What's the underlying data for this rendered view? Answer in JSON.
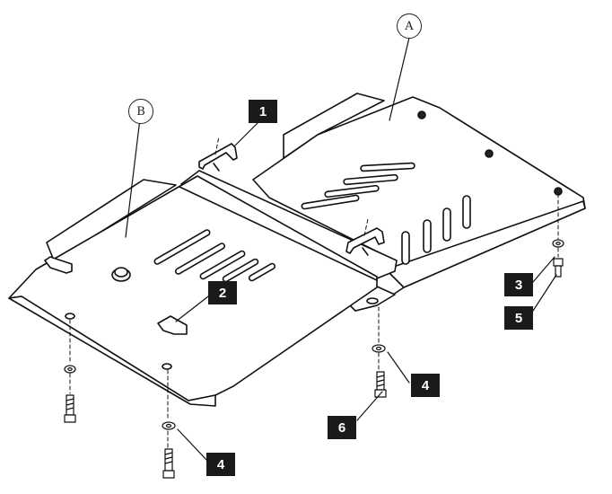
{
  "diagram": {
    "parts": [
      {
        "id": "A",
        "name": "skid-plate-a"
      },
      {
        "id": "B",
        "name": "skid-plate-b"
      }
    ],
    "callouts": [
      "1",
      "2",
      "3",
      "4",
      "4",
      "5",
      "6"
    ]
  }
}
